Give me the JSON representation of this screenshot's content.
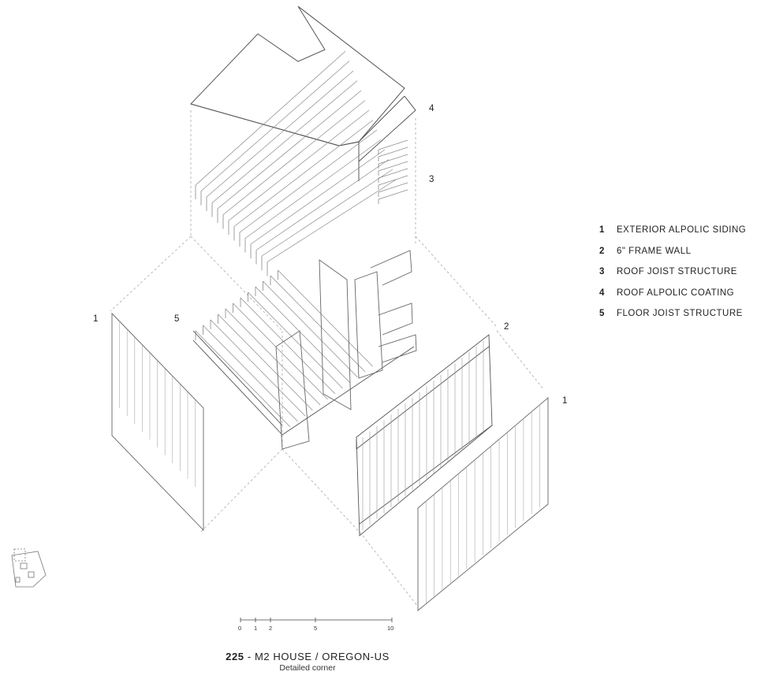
{
  "legend": [
    {
      "num": "1",
      "label": "EXTERIOR ALPOLIC SIDING"
    },
    {
      "num": "2",
      "label": "6\" FRAME WALL"
    },
    {
      "num": "3",
      "label": "ROOF JOIST STRUCTURE"
    },
    {
      "num": "4",
      "label": "ROOF ALPOLIC COATING"
    },
    {
      "num": "5",
      "label": "FLOOR JOIST STRUCTURE"
    }
  ],
  "callouts": {
    "roof_coating": "4",
    "roof_joists": "3",
    "siding_left": "1",
    "floor_joists": "5",
    "frame_wall": "2",
    "siding_right": "1"
  },
  "scale_bar": {
    "ticks": [
      "0",
      "1",
      "2",
      "5",
      "10"
    ]
  },
  "title": {
    "number": "225",
    "text": " - M2 HOUSE / OREGON-US",
    "subtitle": "Detailed corner"
  },
  "colors": {
    "line": "#555555",
    "light_line": "#9a9a9a",
    "dashed": "#aaaaaa"
  }
}
